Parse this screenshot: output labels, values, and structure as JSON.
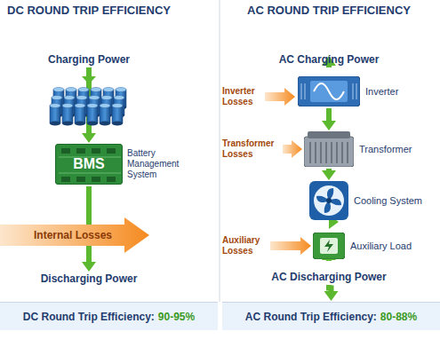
{
  "diagram": {
    "nodes": [
      {
        "text": [
          "Charging Power"
        ]
      },
      {
        "text": [
          "BMS",
          "Battery Management System"
        ]
      },
      {
        "text": [
          "Discharging Power"
        ]
      },
      {
        "text": [
          "DC Round Trip Efficiency:",
          "90-95%"
        ]
      },
      {
        "text": [
          "AC Charging Power"
        ]
      },
      {
        "text": [
          "Inverter"
        ]
      },
      {
        "text": [
          "Transformer"
        ]
      },
      {
        "text": [
          "Cooling System"
        ]
      },
      {
        "text": [
          "Auxiliary Load"
        ]
      },
      {
        "text": [
          "AC Discharging Power"
        ]
      },
      {
        "text": [
          "AC Round Trip Efficiency:",
          "80-88%"
        ]
      }
    ],
    "edges": [
      {
        "from": 0,
        "to": 1,
        "arrow": "to"
      },
      {
        "from": 1,
        "to": 2,
        "arrow": "to"
      },
      {
        "from": 4,
        "to": 5,
        "arrow": "to"
      },
      {
        "from": 5,
        "to": 6,
        "arrow": "to"
      },
      {
        "from": 6,
        "to": 7,
        "arrow": "to"
      },
      {
        "from": 7,
        "to": 8,
        "arrow": "to"
      },
      {
        "from": 8,
        "to": 9,
        "arrow": "to"
      },
      {
        "from": 9,
        "to": 10,
        "arrow": "to"
      }
    ],
    "labels": [
      "DC ROUND TRIP EFFICIENCY",
      "AC ROUND TRIP EFFICIENCY",
      "Internal Losses",
      "Inverter Losses",
      "Transformer Losses",
      "Auxiliary Losses"
    ]
  }
}
